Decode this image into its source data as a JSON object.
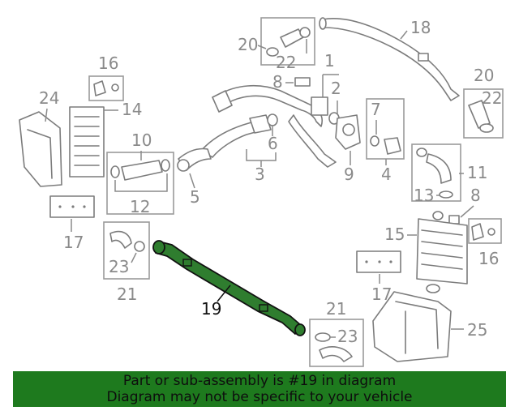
{
  "diagram": {
    "labels": {
      "l1": "1",
      "l2": "2",
      "l3": "3",
      "l4": "4",
      "l5": "5",
      "l6": "6",
      "l7": "7",
      "l8a": "8",
      "l8b": "8",
      "l9": "9",
      "l10": "10",
      "l11": "11",
      "l12": "12",
      "l13": "13",
      "l14": "14",
      "l15": "15",
      "l16a": "16",
      "l16b": "16",
      "l17a": "17",
      "l17b": "17",
      "l18": "18",
      "l19": "19",
      "l20a": "20",
      "l20b": "20",
      "l21a": "21",
      "l21b": "21",
      "l22a": "22",
      "l22b": "22",
      "l23a": "23",
      "l23b": "23",
      "l24": "24",
      "l25": "25"
    },
    "highlight_part": "19",
    "colors": {
      "highlight_fill": "#2f7d2f",
      "part_stroke": "#7c7c7c",
      "label": "#8a8a8a",
      "banner": "#1e7a1e"
    }
  },
  "banner": {
    "line1": "Part or sub-assembly is #19 in diagram",
    "line2": "Diagram may not be specific to your vehicle"
  }
}
